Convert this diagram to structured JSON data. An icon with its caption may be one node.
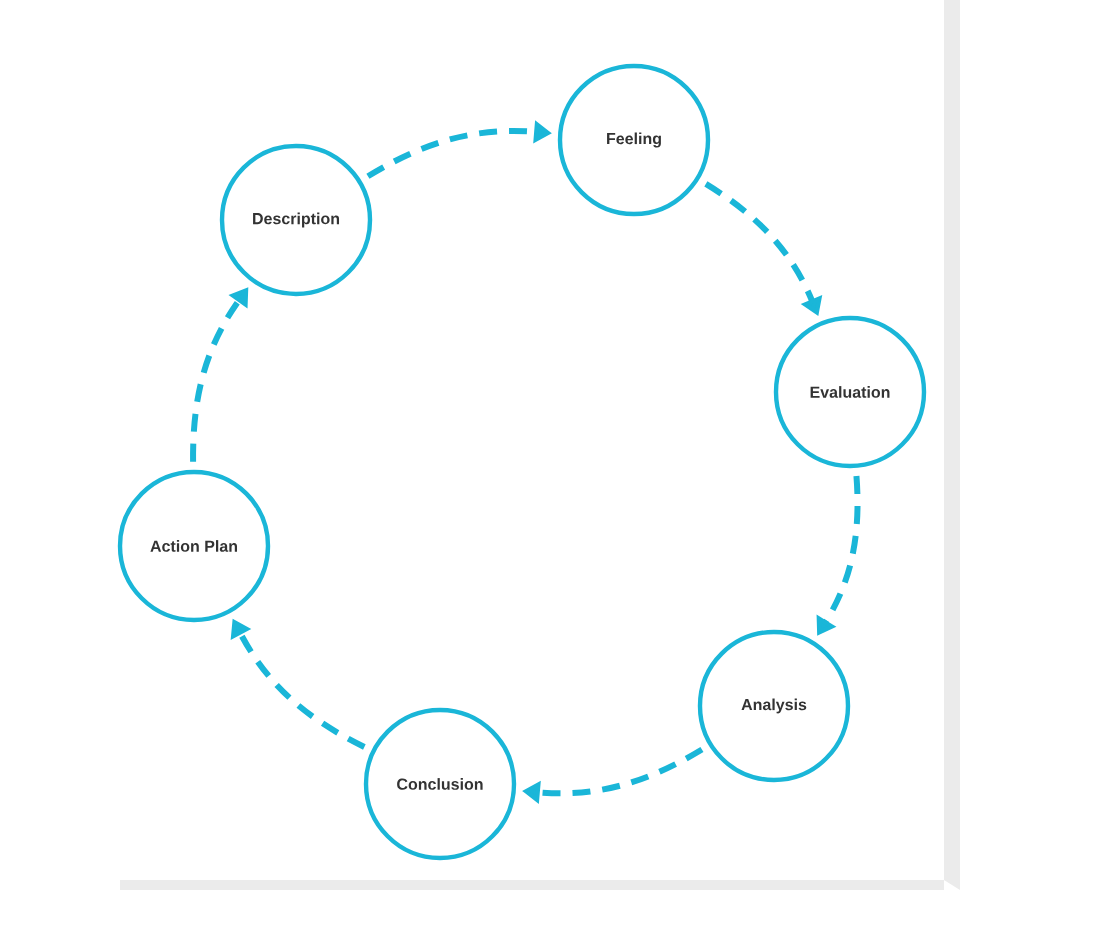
{
  "diagram": {
    "nodes": [
      {
        "text": [
          "Description"
        ]
      },
      {
        "text": [
          "Feeling"
        ]
      },
      {
        "text": [
          "Evaluation"
        ]
      },
      {
        "text": [
          "Analysis"
        ]
      },
      {
        "text": [
          "Conclusion"
        ]
      },
      {
        "text": [
          "Action Plan"
        ]
      }
    ],
    "edges": [
      {
        "from": 0,
        "to": 1,
        "arrow": "to",
        "style": "dashed"
      },
      {
        "from": 1,
        "to": 2,
        "arrow": "to",
        "style": "dashed"
      },
      {
        "from": 2,
        "to": 3,
        "arrow": "to",
        "style": "dashed"
      },
      {
        "from": 3,
        "to": 4,
        "arrow": "to",
        "style": "dashed"
      },
      {
        "from": 4,
        "to": 5,
        "arrow": "to",
        "style": "dashed"
      },
      {
        "from": 5,
        "to": 0,
        "arrow": "to",
        "style": "dashed"
      }
    ]
  }
}
